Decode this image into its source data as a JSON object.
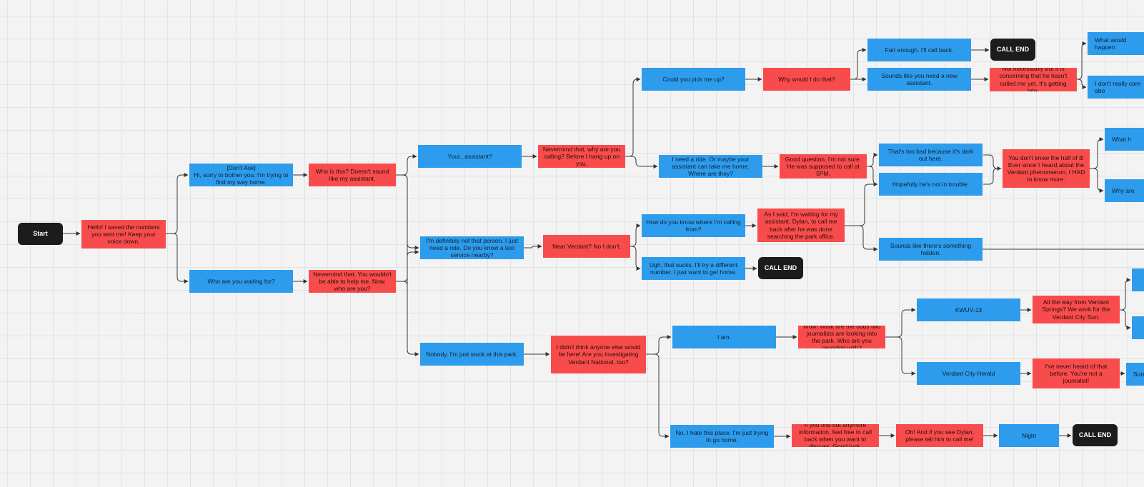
{
  "diagram": {
    "nodes": [
      {
        "id": "start",
        "kind": "term",
        "text": "Start"
      },
      {
        "id": "n1",
        "kind": "npc",
        "text": "Hello! I saved the numbers you sent me! Keep your voice down."
      },
      {
        "id": "p_dontask",
        "kind": "player",
        "text": "[Don't Ask]\nHi, sorry to bother you. I'm trying to find my way home."
      },
      {
        "id": "p_whowait",
        "kind": "player",
        "text": "Who are you waiting for?"
      },
      {
        "id": "n_whoisthis",
        "kind": "npc",
        "text": "Who is this? Doesn't sound like my assistant."
      },
      {
        "id": "n_nevermind1",
        "kind": "npc",
        "text": "Nevermind that. You wouldn't be able to help me. Now, who are you?"
      },
      {
        "id": "p_yourassistant",
        "kind": "player",
        "text": "Your...assistant?"
      },
      {
        "id": "p_notperson",
        "kind": "player",
        "text": "I'm definitely not that person. I just need a ride. Do you know a taxi service nearby?"
      },
      {
        "id": "p_nobody",
        "kind": "player",
        "text": "Nobody. I'm just stuck at this park."
      },
      {
        "id": "n_nevermind2",
        "kind": "npc",
        "text": "Nevermind that, why are you calling? Before I hang up on you."
      },
      {
        "id": "n_nearverdant",
        "kind": "npc",
        "text": "Near Verdant? No I don't."
      },
      {
        "id": "n_didntthink",
        "kind": "npc",
        "text": "I didn't think anyone else would be here! Are you investigating Verdant National, too?"
      },
      {
        "id": "p_pickmeup",
        "kind": "player",
        "text": "Could you pick me up?"
      },
      {
        "id": "p_needride",
        "kind": "player",
        "text": "I need a ride. Or maybe your assistant can take me home. Where are they?"
      },
      {
        "id": "p_howknow",
        "kind": "player",
        "text": "How do you know where I'm calling from?"
      },
      {
        "id": "p_ughsucks",
        "kind": "player",
        "text": "Ugh, that sucks. I'll try a different number. I just want to get home."
      },
      {
        "id": "p_iam",
        "kind": "player",
        "text": "I am."
      },
      {
        "id": "p_nohate",
        "kind": "player",
        "text": "No, I hate this place. I'm just trying to go home."
      },
      {
        "id": "n_whywould",
        "kind": "npc",
        "text": "Why would I do that?"
      },
      {
        "id": "n_goodq",
        "kind": "npc",
        "text": "Good question. I'm not sure. He was supposed to call at 5PM."
      },
      {
        "id": "n_asisaid",
        "kind": "npc",
        "text": "As I said, I'm waiting for my assistant, Dylan, to call me back after he was done searching the park office."
      },
      {
        "id": "end1",
        "kind": "term",
        "text": "CALL END"
      },
      {
        "id": "n_wow",
        "kind": "npc",
        "text": "Wow! What are the odds two journalists are looking into the park. Who are you reporting with?"
      },
      {
        "id": "n_iffind",
        "kind": "npc",
        "text": "If you find out anymore information, feel free to call back when you want to discuss. Good luck."
      },
      {
        "id": "p_fairenough",
        "kind": "player",
        "text": "Fair enough. I'll call back."
      },
      {
        "id": "p_soundsassist",
        "kind": "player",
        "text": "Sounds like you need a new assistant."
      },
      {
        "id": "p_toobad",
        "kind": "player",
        "text": "That's too bad because it's dark out here."
      },
      {
        "id": "p_hopefully",
        "kind": "player",
        "text": "Hopefully he's not in trouble."
      },
      {
        "id": "p_hidden",
        "kind": "player",
        "text": "Sounds like there's something hidden."
      },
      {
        "id": "p_kwuv",
        "kind": "player",
        "text": "KWUV-13"
      },
      {
        "id": "p_vch",
        "kind": "player",
        "text": "Verdant City Herald"
      },
      {
        "id": "n_ohand",
        "kind": "npc",
        "text": "Oh! And if you see Dylan, please tell him to call me!"
      },
      {
        "id": "end2",
        "kind": "term",
        "text": "CALL END"
      },
      {
        "id": "n_notnec",
        "kind": "npc",
        "text": "Not necessarily but it is concerning that he hasn't called me yet. It's getting late."
      },
      {
        "id": "n_dontknow",
        "kind": "npc",
        "text": "You don't know the half of it! Ever since I heard about the Verdant phenomenon, I HAD to know more."
      },
      {
        "id": "n_allway",
        "kind": "npc",
        "text": "All the way from Verdant Springs? We work for the Verdant City Sun."
      },
      {
        "id": "n_neverheard",
        "kind": "npc",
        "text": "I've never heard of that before. You're not a journalist!"
      },
      {
        "id": "p_night",
        "kind": "player",
        "text": "Night"
      },
      {
        "id": "end3",
        "kind": "term",
        "text": "CALL END"
      },
      {
        "id": "p_whatwould",
        "kind": "player",
        "text": "What would happen"
      },
      {
        "id": "p_idontreally",
        "kind": "player",
        "text": "I don't really care abo"
      },
      {
        "id": "p_whath",
        "kind": "player",
        "text": "What h"
      },
      {
        "id": "p_whyare",
        "kind": "player",
        "text": "Why are"
      },
      {
        "id": "p_edge1",
        "kind": "player",
        "text": ""
      },
      {
        "id": "p_edge2",
        "kind": "player",
        "text": ""
      },
      {
        "id": "p_sorry",
        "kind": "player",
        "text": "Sorry"
      }
    ]
  }
}
